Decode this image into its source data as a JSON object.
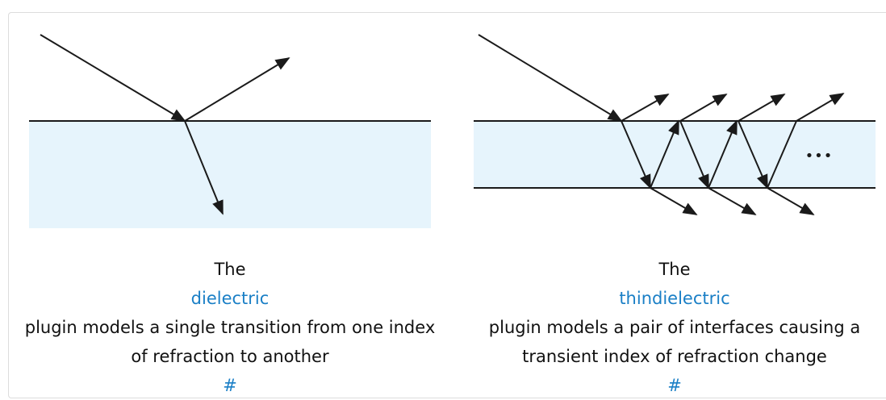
{
  "figures": [
    {
      "caption_pre": "The",
      "plugin_name": "dielectric",
      "caption_line1": "plugin models a single transition from one index",
      "caption_line2": "of refraction to another",
      "anchor": "#"
    },
    {
      "caption_pre": "The",
      "plugin_name": "thindielectric",
      "caption_line1": "plugin models a pair of interfaces causing a",
      "caption_line2": "transient index of refraction change",
      "anchor": "#",
      "ellipsis": "•••"
    }
  ],
  "colors": {
    "medium_fill": "#e6f4fc",
    "line": "#1a1a1a",
    "link": "#1a7fc6"
  }
}
